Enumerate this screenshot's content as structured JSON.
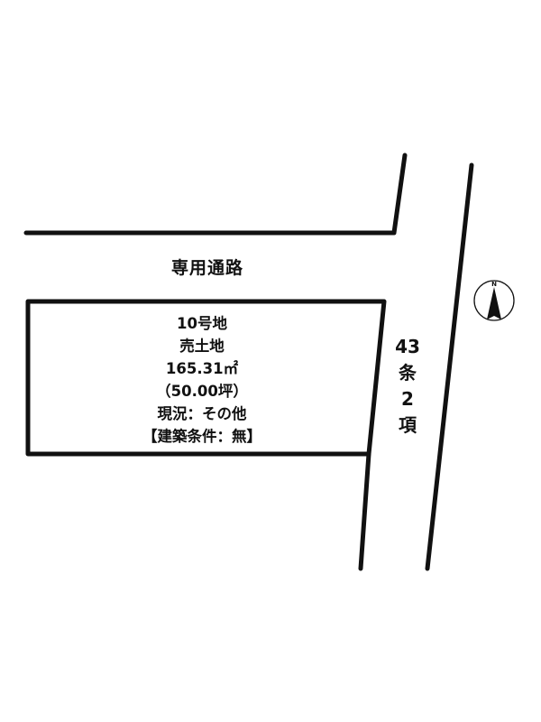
{
  "road": {
    "label": "専用通路"
  },
  "lot": {
    "lines": [
      "10号地",
      "売土地",
      "165.31㎡",
      "（50.00坪）",
      "現況：その他",
      "【建築条件：無】"
    ]
  },
  "article_road": {
    "lines": [
      "43",
      "条",
      "2",
      "項"
    ]
  },
  "compass": {
    "north_label": "N"
  },
  "colors": {
    "line": "#111111",
    "background": "#ffffff"
  }
}
